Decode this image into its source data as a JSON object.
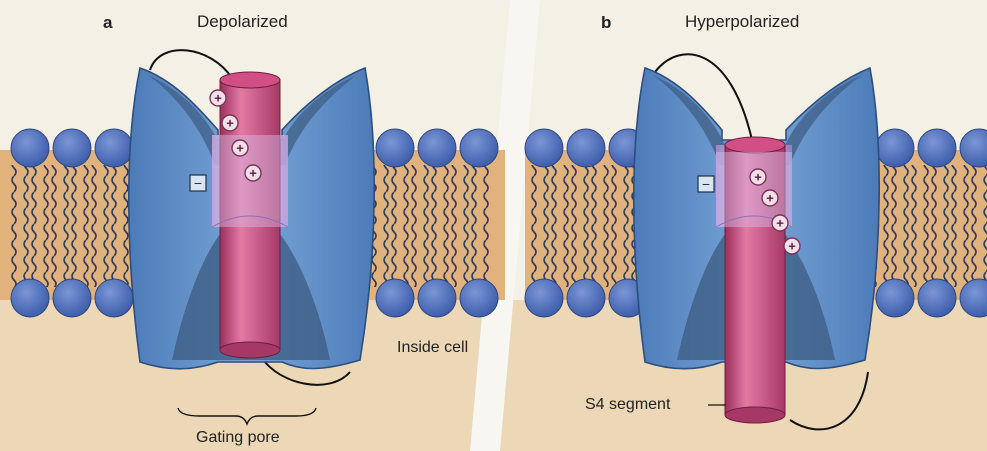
{
  "panels": [
    {
      "letter": "a",
      "title": "Depolarized"
    },
    {
      "letter": "b",
      "title": "Hyperpolarized"
    }
  ],
  "labels": {
    "gating_pore": "Gating pore",
    "inside_cell": "Inside cell",
    "s4_segment": "S4 segment"
  },
  "symbols": {
    "positive": "+",
    "negative": "−"
  },
  "colors": {
    "background": "#f4f0e6",
    "cytoplasm": "#ecd7b6",
    "membrane_core": "#e2b27c",
    "lipid_head": "#4f6fbd",
    "channel": "#6b98cf",
    "channel_inner": "#3f5f86",
    "s4_segment": "#c8537d",
    "charge_ring": "#7a3455"
  }
}
